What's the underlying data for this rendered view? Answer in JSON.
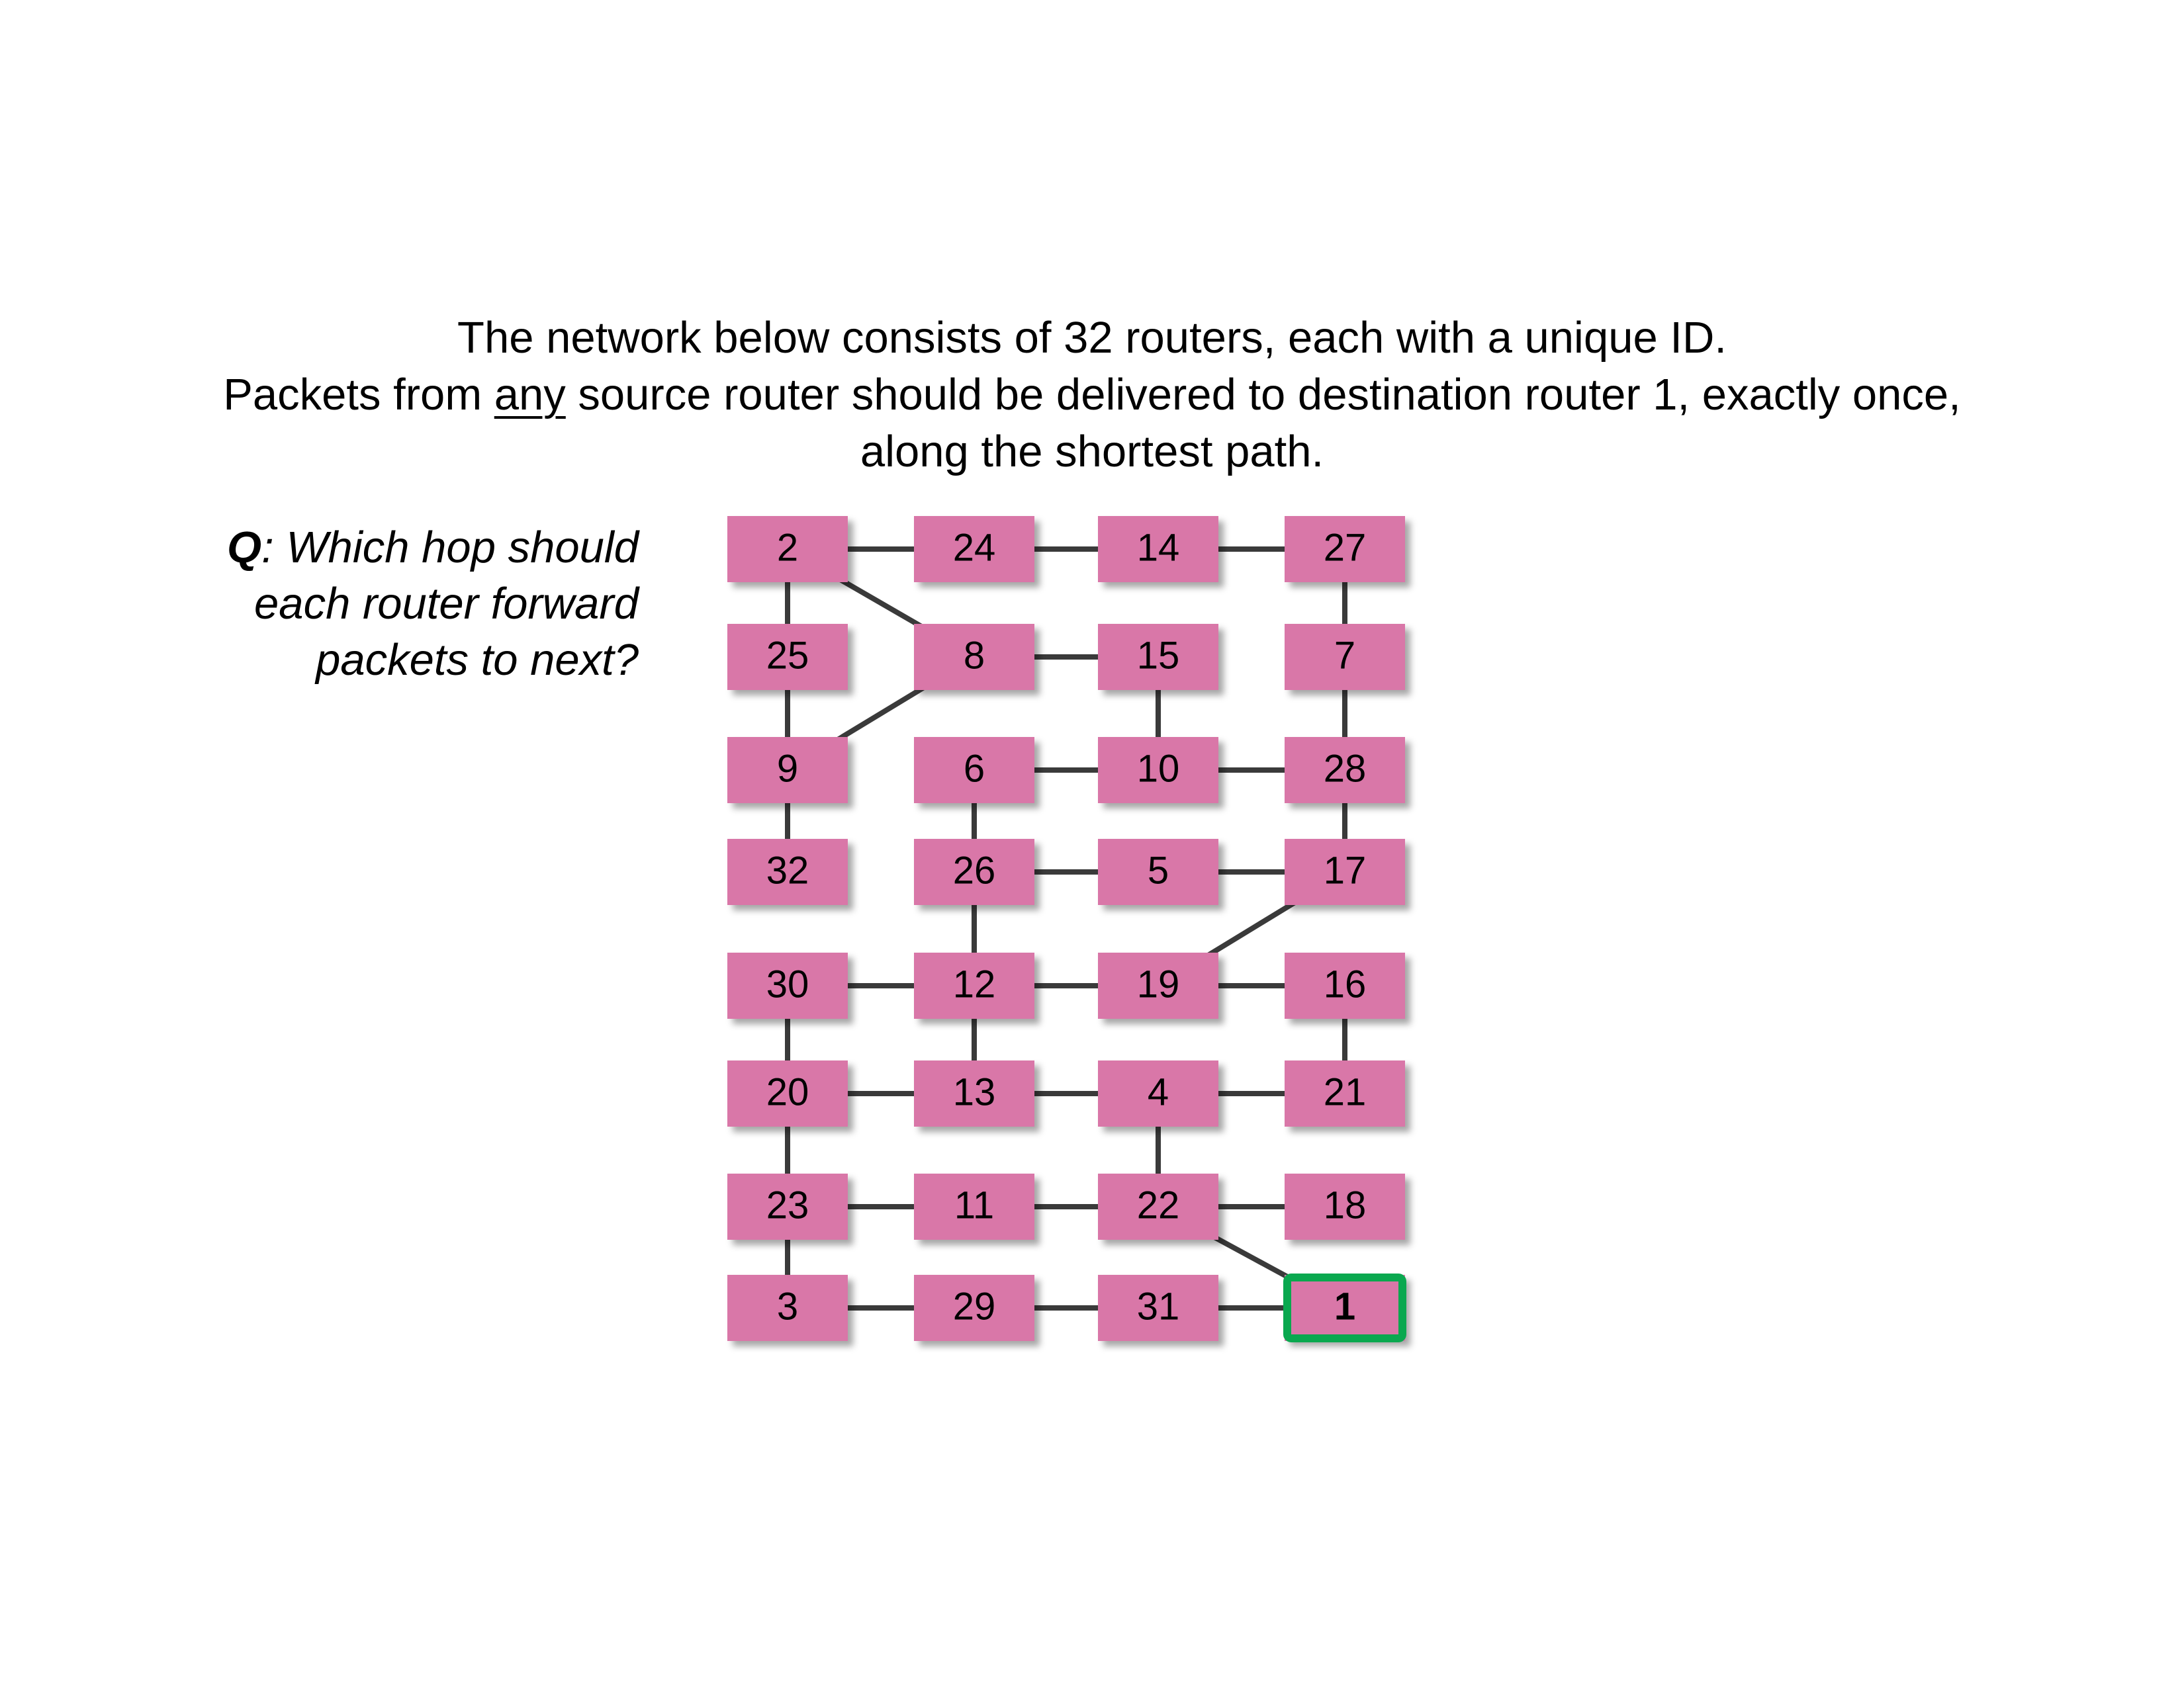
{
  "intro": {
    "line1": "The network below consists of 32 routers, each with a unique ID.",
    "line2_before": "Packets from ",
    "line2_underlined": "any",
    "line2_after": " source router should be delivered to destination router 1, exactly once,",
    "line3": "along the shortest path."
  },
  "question": {
    "label": "Q",
    "line1": ": Which hop should",
    "line2": "each router forward",
    "line3": "packets to next?"
  },
  "colors": {
    "node_fill": "#d977a8",
    "edge": "#3a3a3a",
    "destination_border": "#0aa84f"
  },
  "graph": {
    "destination": "1",
    "nodes": [
      {
        "id": "2",
        "row": 0,
        "col": 0
      },
      {
        "id": "24",
        "row": 0,
        "col": 1
      },
      {
        "id": "14",
        "row": 0,
        "col": 2
      },
      {
        "id": "27",
        "row": 0,
        "col": 3
      },
      {
        "id": "25",
        "row": 1,
        "col": 0
      },
      {
        "id": "8",
        "row": 1,
        "col": 1
      },
      {
        "id": "15",
        "row": 1,
        "col": 2
      },
      {
        "id": "7",
        "row": 1,
        "col": 3
      },
      {
        "id": "9",
        "row": 2,
        "col": 0
      },
      {
        "id": "6",
        "row": 2,
        "col": 1
      },
      {
        "id": "10",
        "row": 2,
        "col": 2
      },
      {
        "id": "28",
        "row": 2,
        "col": 3
      },
      {
        "id": "32",
        "row": 3,
        "col": 0
      },
      {
        "id": "26",
        "row": 3,
        "col": 1
      },
      {
        "id": "5",
        "row": 3,
        "col": 2
      },
      {
        "id": "17",
        "row": 3,
        "col": 3
      },
      {
        "id": "30",
        "row": 4,
        "col": 0
      },
      {
        "id": "12",
        "row": 4,
        "col": 1
      },
      {
        "id": "19",
        "row": 4,
        "col": 2
      },
      {
        "id": "16",
        "row": 4,
        "col": 3
      },
      {
        "id": "20",
        "row": 5,
        "col": 0
      },
      {
        "id": "13",
        "row": 5,
        "col": 1
      },
      {
        "id": "4",
        "row": 5,
        "col": 2
      },
      {
        "id": "21",
        "row": 5,
        "col": 3
      },
      {
        "id": "23",
        "row": 6,
        "col": 0
      },
      {
        "id": "11",
        "row": 6,
        "col": 1
      },
      {
        "id": "22",
        "row": 6,
        "col": 2
      },
      {
        "id": "18",
        "row": 6,
        "col": 3
      },
      {
        "id": "3",
        "row": 7,
        "col": 0
      },
      {
        "id": "29",
        "row": 7,
        "col": 1
      },
      {
        "id": "31",
        "row": 7,
        "col": 2
      },
      {
        "id": "1",
        "row": 7,
        "col": 3
      }
    ],
    "edges": [
      [
        "2",
        "24"
      ],
      [
        "24",
        "14"
      ],
      [
        "14",
        "27"
      ],
      [
        "2",
        "8"
      ],
      [
        "2",
        "25"
      ],
      [
        "27",
        "7"
      ],
      [
        "8",
        "15"
      ],
      [
        "25",
        "9"
      ],
      [
        "8",
        "9"
      ],
      [
        "15",
        "10"
      ],
      [
        "7",
        "28"
      ],
      [
        "6",
        "10"
      ],
      [
        "10",
        "28"
      ],
      [
        "9",
        "32"
      ],
      [
        "6",
        "26"
      ],
      [
        "28",
        "17"
      ],
      [
        "26",
        "5"
      ],
      [
        "5",
        "17"
      ],
      [
        "26",
        "12"
      ],
      [
        "17",
        "19"
      ],
      [
        "30",
        "12"
      ],
      [
        "12",
        "19"
      ],
      [
        "19",
        "16"
      ],
      [
        "30",
        "20"
      ],
      [
        "12",
        "13"
      ],
      [
        "16",
        "21"
      ],
      [
        "20",
        "13"
      ],
      [
        "13",
        "4"
      ],
      [
        "4",
        "21"
      ],
      [
        "20",
        "23"
      ],
      [
        "4",
        "22"
      ],
      [
        "23",
        "11"
      ],
      [
        "11",
        "22"
      ],
      [
        "22",
        "18"
      ],
      [
        "23",
        "3"
      ],
      [
        "22",
        "1"
      ],
      [
        "3",
        "29"
      ],
      [
        "29",
        "31"
      ],
      [
        "31",
        "1"
      ]
    ]
  }
}
